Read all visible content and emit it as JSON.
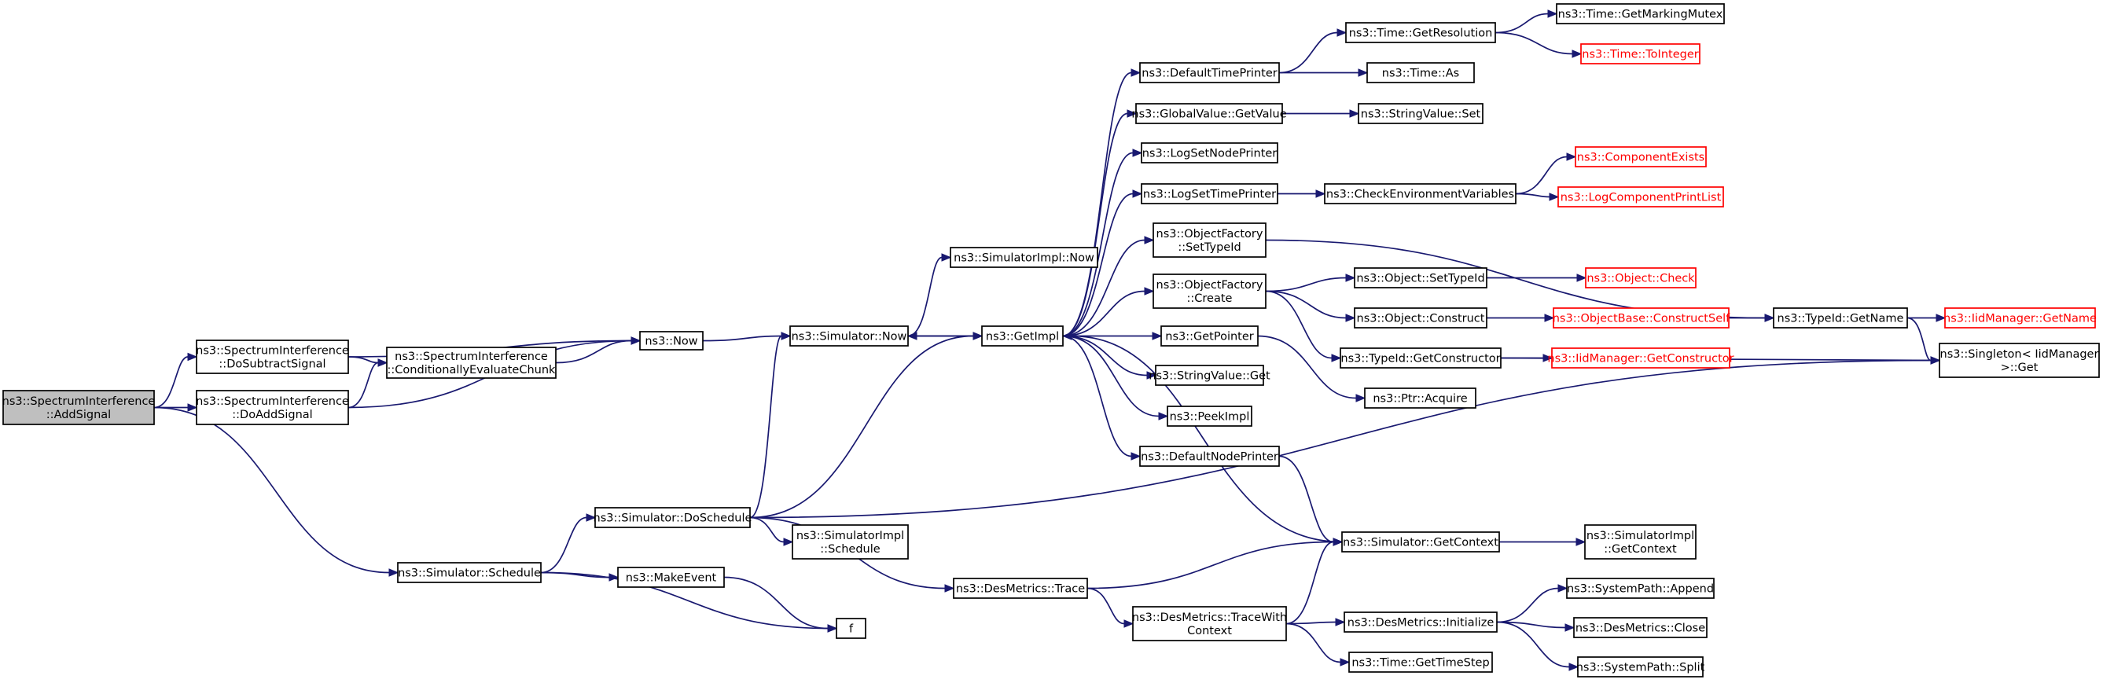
{
  "colors": {
    "edge": "#191970",
    "root_fill": "#bfbfbf",
    "node_fill": "#ffffff",
    "truncated_border": "#ff0000",
    "text": "#000000"
  },
  "nodes": [
    {
      "id": "add_signal",
      "lines": [
        "ns3::SpectrumInterference",
        "::AddSignal"
      ],
      "root": true
    },
    {
      "id": "do_subtract",
      "lines": [
        "ns3::SpectrumInterference",
        "::DoSubtractSignal"
      ]
    },
    {
      "id": "do_add",
      "lines": [
        "ns3::SpectrumInterference",
        "::DoAddSignal"
      ]
    },
    {
      "id": "cond_eval",
      "lines": [
        "ns3::SpectrumInterference",
        "::ConditionallyEvaluateChunk"
      ]
    },
    {
      "id": "now",
      "lines": [
        "ns3::Now"
      ]
    },
    {
      "id": "sim_now",
      "lines": [
        "ns3::Simulator::Now"
      ]
    },
    {
      "id": "simimpl_now",
      "lines": [
        "ns3::SimulatorImpl::Now"
      ]
    },
    {
      "id": "get_impl",
      "lines": [
        "ns3::GetImpl"
      ]
    },
    {
      "id": "default_time_printer",
      "lines": [
        "ns3::DefaultTimePrinter"
      ]
    },
    {
      "id": "global_get_value",
      "lines": [
        "ns3::GlobalValue::GetValue"
      ]
    },
    {
      "id": "log_set_node_printer",
      "lines": [
        "ns3::LogSetNodePrinter"
      ]
    },
    {
      "id": "log_set_time_printer",
      "lines": [
        "ns3::LogSetTimePrinter"
      ]
    },
    {
      "id": "objfactory_settypeid",
      "lines": [
        "ns3::ObjectFactory",
        "::SetTypeId"
      ]
    },
    {
      "id": "objfactory_create",
      "lines": [
        "ns3::ObjectFactory",
        "::Create"
      ]
    },
    {
      "id": "get_pointer",
      "lines": [
        "ns3::GetPointer"
      ]
    },
    {
      "id": "stringvalue_get",
      "lines": [
        "ns3::StringValue::Get"
      ]
    },
    {
      "id": "peek_impl",
      "lines": [
        "ns3::PeekImpl"
      ]
    },
    {
      "id": "default_node_printer",
      "lines": [
        "ns3::DefaultNodePrinter"
      ]
    },
    {
      "id": "time_get_resolution",
      "lines": [
        "ns3::Time::GetResolution"
      ]
    },
    {
      "id": "time_as",
      "lines": [
        "ns3::Time::As"
      ]
    },
    {
      "id": "stringvalue_set",
      "lines": [
        "ns3::StringValue::Set"
      ]
    },
    {
      "id": "check_env_vars",
      "lines": [
        "ns3::CheckEnvironmentVariables"
      ]
    },
    {
      "id": "object_settypeid",
      "lines": [
        "ns3::Object::SetTypeId"
      ]
    },
    {
      "id": "object_construct",
      "lines": [
        "ns3::Object::Construct"
      ]
    },
    {
      "id": "typeid_getconstructor",
      "lines": [
        "ns3::TypeId::GetConstructor"
      ]
    },
    {
      "id": "ptr_acquire",
      "lines": [
        "ns3::Ptr::Acquire"
      ]
    },
    {
      "id": "time_get_marking_mutex",
      "lines": [
        "ns3::Time::GetMarkingMutex"
      ]
    },
    {
      "id": "time_to_integer",
      "lines": [
        "ns3::Time::ToInteger"
      ],
      "truncated": true
    },
    {
      "id": "component_exists",
      "lines": [
        "ns3::ComponentExists"
      ],
      "truncated": true
    },
    {
      "id": "log_component_print_list",
      "lines": [
        "ns3::LogComponentPrintList"
      ],
      "truncated": true
    },
    {
      "id": "object_check",
      "lines": [
        "ns3::Object::Check"
      ],
      "truncated": true
    },
    {
      "id": "objectbase_constructself",
      "lines": [
        "ns3::ObjectBase::ConstructSelf"
      ],
      "truncated": true
    },
    {
      "id": "iidmanager_getconstructor",
      "lines": [
        "ns3::IidManager::GetConstructor"
      ],
      "truncated": true
    },
    {
      "id": "typeid_getname",
      "lines": [
        "ns3::TypeId::GetName"
      ]
    },
    {
      "id": "iidmanager_getname",
      "lines": [
        "ns3::IidManager::GetName"
      ],
      "truncated": true
    },
    {
      "id": "singleton_get",
      "lines": [
        "ns3::Singleton< IidManager",
        " >::Get"
      ]
    },
    {
      "id": "sim_schedule",
      "lines": [
        "ns3::Simulator::Schedule"
      ]
    },
    {
      "id": "sim_doschedule",
      "lines": [
        "ns3::Simulator::DoSchedule"
      ]
    },
    {
      "id": "make_event",
      "lines": [
        "ns3::MakeEvent"
      ]
    },
    {
      "id": "f",
      "lines": [
        "f"
      ]
    },
    {
      "id": "simimpl_schedule",
      "lines": [
        "ns3::SimulatorImpl",
        "::Schedule"
      ]
    },
    {
      "id": "desmetrics_trace",
      "lines": [
        "ns3::DesMetrics::Trace"
      ]
    },
    {
      "id": "desmetrics_tracewithcontext",
      "lines": [
        "ns3::DesMetrics::TraceWith",
        "Context"
      ]
    },
    {
      "id": "sim_getcontext",
      "lines": [
        "ns3::Simulator::GetContext"
      ]
    },
    {
      "id": "simimpl_getcontext",
      "lines": [
        "ns3::SimulatorImpl",
        "::GetContext"
      ]
    },
    {
      "id": "desmetrics_initialize",
      "lines": [
        "ns3::DesMetrics::Initialize"
      ]
    },
    {
      "id": "time_get_timestep",
      "lines": [
        "ns3::Time::GetTimeStep"
      ]
    },
    {
      "id": "systempath_append",
      "lines": [
        "ns3::SystemPath::Append"
      ]
    },
    {
      "id": "desmetrics_close",
      "lines": [
        "ns3::DesMetrics::Close"
      ]
    },
    {
      "id": "systempath_split",
      "lines": [
        "ns3::SystemPath::Split"
      ]
    }
  ],
  "edges": [
    {
      "from": "add_signal",
      "to": "do_subtract"
    },
    {
      "from": "add_signal",
      "to": "do_add"
    },
    {
      "from": "add_signal",
      "to": "sim_schedule"
    },
    {
      "from": "do_subtract",
      "to": "now"
    },
    {
      "from": "do_subtract",
      "to": "cond_eval"
    },
    {
      "from": "do_add",
      "to": "cond_eval"
    },
    {
      "from": "do_add",
      "to": "now"
    },
    {
      "from": "cond_eval",
      "to": "now"
    },
    {
      "from": "now",
      "to": "sim_now"
    },
    {
      "from": "sim_now",
      "to": "simimpl_now"
    },
    {
      "from": "sim_now",
      "to": "get_impl"
    },
    {
      "from": "get_impl",
      "to": "sim_now"
    },
    {
      "from": "get_impl",
      "to": "default_time_printer"
    },
    {
      "from": "get_impl",
      "to": "global_get_value"
    },
    {
      "from": "get_impl",
      "to": "log_set_node_printer"
    },
    {
      "from": "get_impl",
      "to": "log_set_time_printer"
    },
    {
      "from": "get_impl",
      "to": "objfactory_settypeid"
    },
    {
      "from": "get_impl",
      "to": "objfactory_create"
    },
    {
      "from": "get_impl",
      "to": "get_pointer"
    },
    {
      "from": "get_impl",
      "to": "stringvalue_get"
    },
    {
      "from": "get_impl",
      "to": "peek_impl"
    },
    {
      "from": "get_impl",
      "to": "default_node_printer"
    },
    {
      "from": "default_time_printer",
      "to": "time_get_resolution"
    },
    {
      "from": "default_time_printer",
      "to": "time_as"
    },
    {
      "from": "time_get_resolution",
      "to": "time_get_marking_mutex"
    },
    {
      "from": "time_get_resolution",
      "to": "time_to_integer"
    },
    {
      "from": "global_get_value",
      "to": "stringvalue_set"
    },
    {
      "from": "log_set_time_printer",
      "to": "check_env_vars"
    },
    {
      "from": "check_env_vars",
      "to": "component_exists"
    },
    {
      "from": "check_env_vars",
      "to": "log_component_print_list"
    },
    {
      "from": "objfactory_settypeid",
      "to": "typeid_getname"
    },
    {
      "from": "objfactory_create",
      "to": "object_settypeid"
    },
    {
      "from": "objfactory_create",
      "to": "object_construct"
    },
    {
      "from": "objfactory_create",
      "to": "typeid_getconstructor"
    },
    {
      "from": "object_settypeid",
      "to": "object_check"
    },
    {
      "from": "object_construct",
      "to": "objectbase_constructself"
    },
    {
      "from": "objectbase_constructself",
      "to": "typeid_getname"
    },
    {
      "from": "typeid_getname",
      "to": "iidmanager_getname"
    },
    {
      "from": "typeid_getname",
      "to": "singleton_get"
    },
    {
      "from": "typeid_getconstructor",
      "to": "iidmanager_getconstructor"
    },
    {
      "from": "typeid_getconstructor",
      "to": "singleton_get"
    },
    {
      "from": "get_pointer",
      "to": "ptr_acquire"
    },
    {
      "from": "default_node_printer",
      "to": "sim_getcontext"
    },
    {
      "from": "sim_getcontext",
      "to": "get_impl"
    },
    {
      "from": "sim_getcontext",
      "to": "simimpl_getcontext"
    },
    {
      "from": "sim_schedule",
      "to": "sim_doschedule"
    },
    {
      "from": "sim_schedule",
      "to": "make_event"
    },
    {
      "from": "sim_schedule",
      "to": "f"
    },
    {
      "from": "make_event",
      "to": "f"
    },
    {
      "from": "sim_doschedule",
      "to": "sim_now"
    },
    {
      "from": "sim_doschedule",
      "to": "get_impl"
    },
    {
      "from": "sim_doschedule",
      "to": "singleton_get"
    },
    {
      "from": "sim_doschedule",
      "to": "simimpl_schedule"
    },
    {
      "from": "sim_doschedule",
      "to": "desmetrics_trace"
    },
    {
      "from": "desmetrics_trace",
      "to": "sim_getcontext"
    },
    {
      "from": "desmetrics_trace",
      "to": "desmetrics_tracewithcontext"
    },
    {
      "from": "desmetrics_tracewithcontext",
      "to": "sim_getcontext"
    },
    {
      "from": "desmetrics_tracewithcontext",
      "to": "desmetrics_initialize"
    },
    {
      "from": "desmetrics_tracewithcontext",
      "to": "time_get_timestep"
    },
    {
      "from": "desmetrics_initialize",
      "to": "systempath_append"
    },
    {
      "from": "desmetrics_initialize",
      "to": "desmetrics_close"
    },
    {
      "from": "desmetrics_initialize",
      "to": "systempath_split"
    }
  ]
}
